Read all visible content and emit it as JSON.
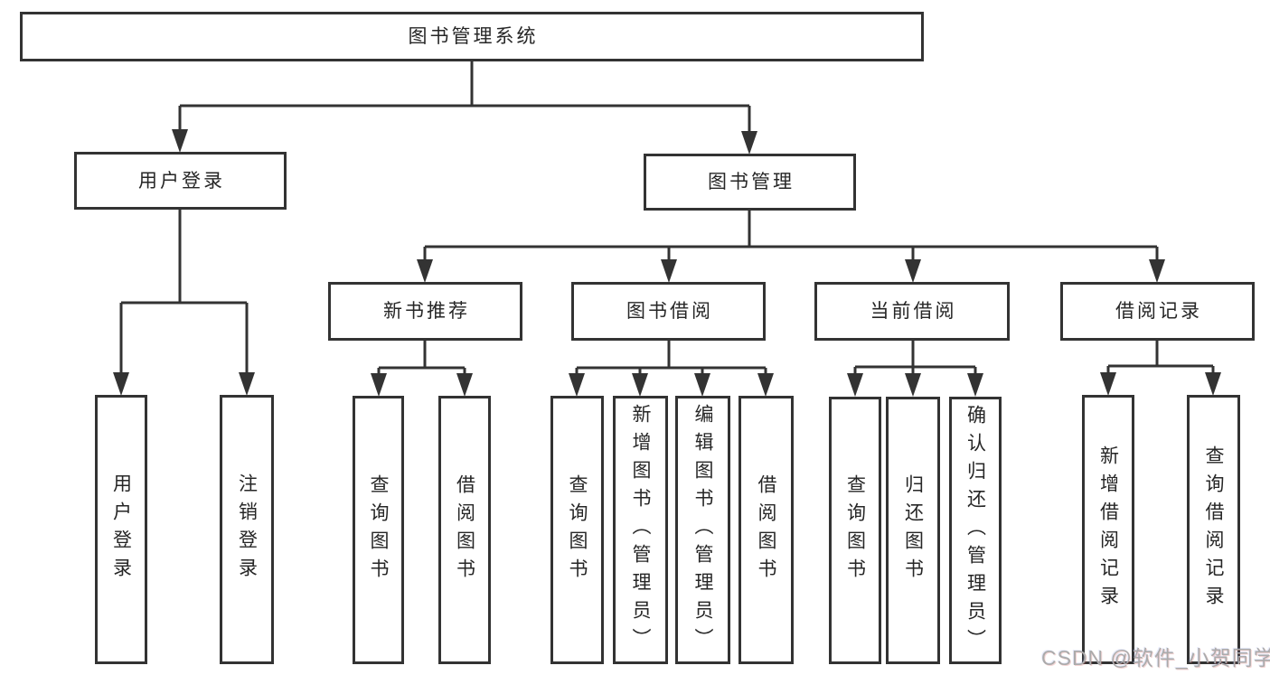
{
  "diagram": {
    "root": "图书管理系统",
    "level2": [
      {
        "label": "用户登录",
        "children": [
          "用户登录",
          "注销登录"
        ]
      },
      {
        "label": "图书管理",
        "sections": [
          {
            "label": "新书推荐",
            "children": [
              "查询图书",
              "借阅图书"
            ]
          },
          {
            "label": "图书借阅",
            "children": [
              "查询图书",
              "新增图书（管理员）",
              "编辑图书（管理员）",
              "借阅图书"
            ]
          },
          {
            "label": "当前借阅",
            "children": [
              "查询图书",
              "归还图书",
              "确认归还（管理员）"
            ]
          },
          {
            "label": "借阅记录",
            "children": [
              "新增借阅记录",
              "查询借阅记录"
            ]
          }
        ]
      }
    ]
  },
  "watermark": "CSDN @软件_小贺同学",
  "colors": {
    "line": "#333333",
    "box_border": "#333333",
    "text": "#262626",
    "background": "#ffffff",
    "watermark": "#ababab"
  }
}
